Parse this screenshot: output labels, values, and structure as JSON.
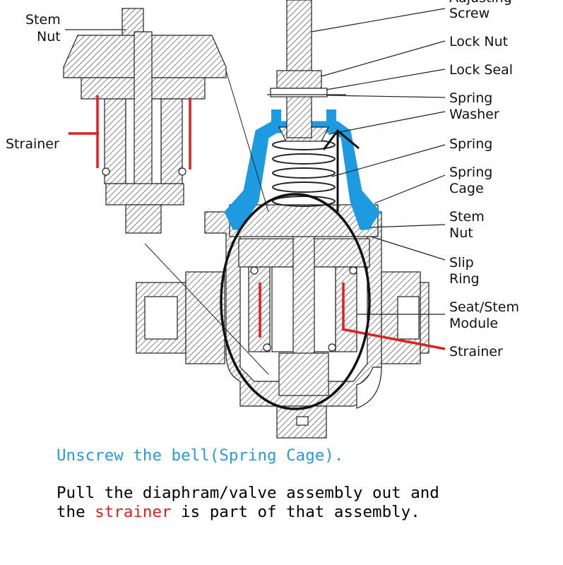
{
  "labels": {
    "adjusting_screw_top": "Adjusting",
    "adjusting_screw_bottom": "Screw",
    "lock_nut": "Lock Nut",
    "lock_seal": "Lock Seal",
    "spring_washer_top": "Spring",
    "spring_washer_bottom": "Washer",
    "spring": "Spring",
    "spring_cage_top": "Spring",
    "spring_cage_bottom": "Cage",
    "stem_nut_right_top": "Stem",
    "stem_nut_right_bottom": "Nut",
    "slip_ring_top": "Slip",
    "slip_ring_bottom": "Ring",
    "seat_stem_top": "Seat/Stem",
    "seat_stem_bottom": "Module",
    "strainer_right": "Strainer",
    "stem_nut_left_top": "Stem",
    "stem_nut_left_bottom": "Nut",
    "strainer_left": "Strainer"
  },
  "caption": {
    "line1": "Unscrew the bell(Spring Cage).",
    "line2_part1": "Pull the diaphram/valve assembly out and",
    "line3_part1": "the ",
    "line3_strainer": "strainer",
    "line3_part2": " is part of that assembly."
  },
  "colors": {
    "cage_blue": "#1e9be0",
    "strainer_red": "#e02020",
    "caption_blue": "#2a9bd8",
    "outline": "#222222"
  }
}
